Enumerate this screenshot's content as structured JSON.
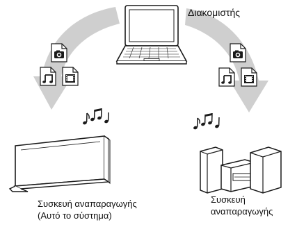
{
  "server": {
    "label": "Διακομιστής",
    "icon": "laptop-icon"
  },
  "media_types": [
    "photo",
    "music",
    "video"
  ],
  "player_left": {
    "line1": "Συσκευή αναπαραγωγής",
    "line2": "(Αυτό το σύστημα)",
    "icon": "flat-speaker-system-icon"
  },
  "player_right": {
    "line1": "Συσκευή",
    "line2": "αναπαραγωγής",
    "icon": "stereo-system-icon"
  },
  "colors": {
    "arrow": "#cfcfcf",
    "outline": "#1a1a1a",
    "fill": "#ffffff",
    "screen": "#ffffff"
  }
}
